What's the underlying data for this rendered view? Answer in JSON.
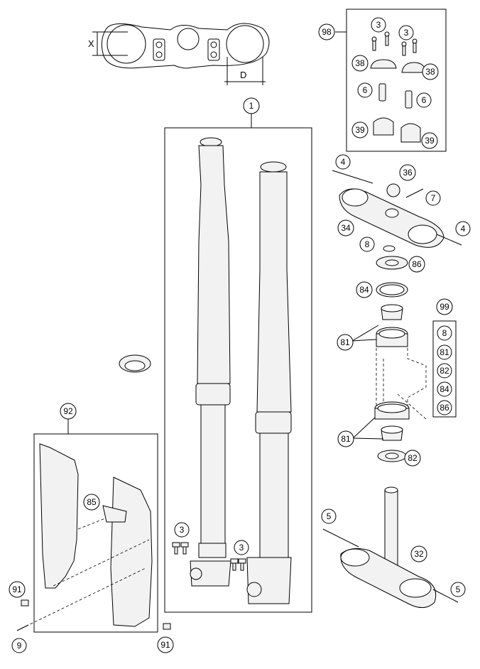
{
  "dimensions": {
    "x_label": "X",
    "d_label": "D"
  },
  "callouts": {
    "fork": "1",
    "screw_fork_left": "3",
    "screw_fork_right": "3",
    "screw_clamp_a": "3",
    "screw_clamp_b": "3",
    "screw_top": "4",
    "screw_top_right": "4",
    "screw_bottom_left": "5",
    "screw_bottom_right": "5",
    "bolt_6a": "6",
    "bolt_6b": "6",
    "screw_7": "7",
    "washer_8": "8",
    "screw_9": "9",
    "lower_triple_clamp": "32",
    "upper_triple_clamp": "34",
    "nut_36": "36",
    "clamp_38a": "38",
    "clamp_38b": "38",
    "clamp_39a": "39",
    "clamp_39b": "39",
    "bearing_81a": "81",
    "bearing_81b": "81",
    "seal_82": "82",
    "ring_84": "84",
    "guard_bracket_85": "85",
    "washer_86": "86",
    "screw_91a": "91",
    "screw_91b": "91",
    "fork_guard_set": "92",
    "handlebar_clamp_set": "98",
    "steering_bearing_set": "99"
  },
  "kit_99": [
    "8",
    "81",
    "82",
    "84",
    "86"
  ]
}
